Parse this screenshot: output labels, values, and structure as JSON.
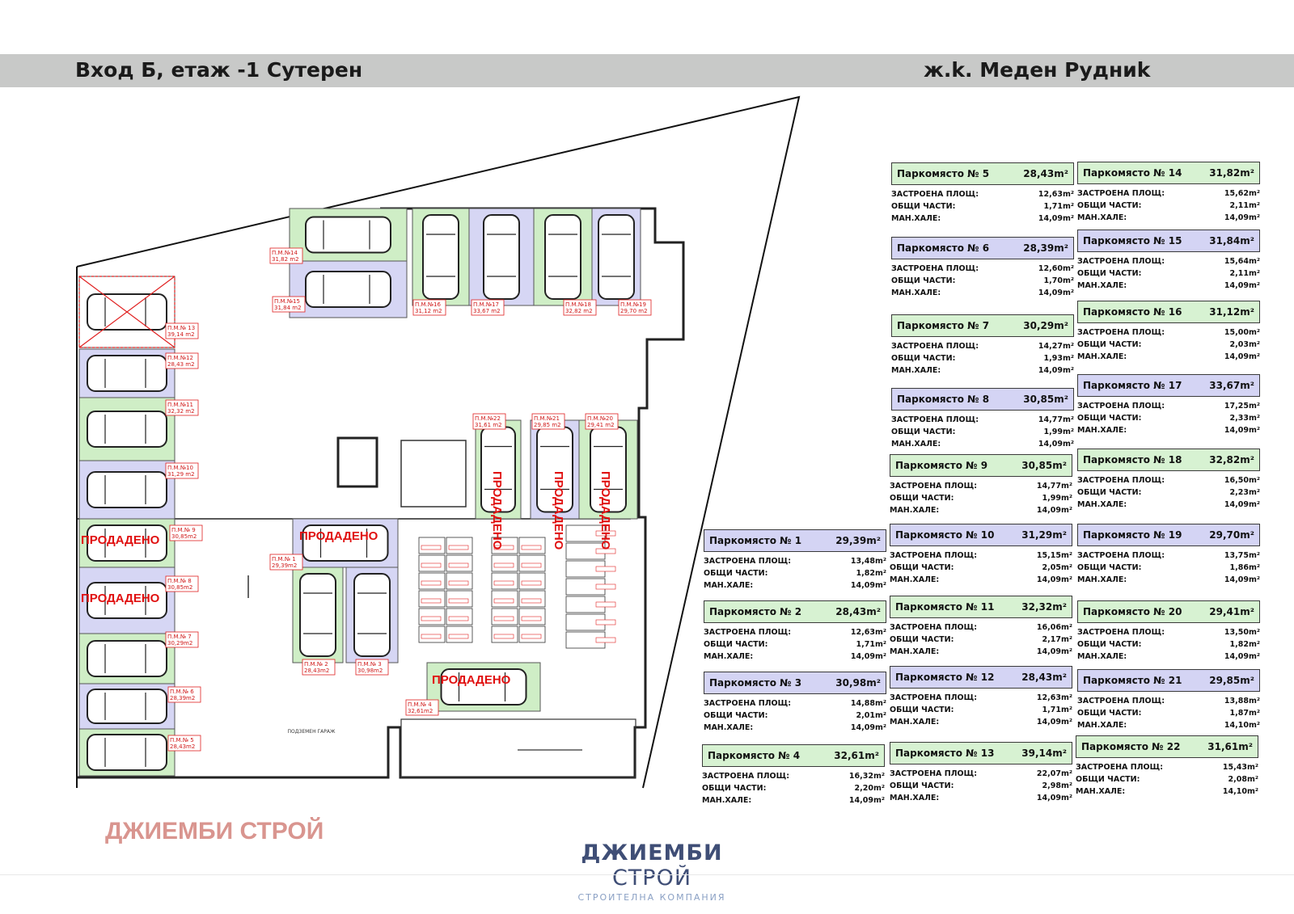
{
  "header": {
    "left_title": "Вход Б, етаж -1 Сутерен",
    "right_title": "ж.k. Меден Рудниk"
  },
  "plan_labels": [
    {
      "id": "pm14",
      "line1": "П.М.№14",
      "line2": "31,82 m2"
    },
    {
      "id": "pm15",
      "line1": "П.М.№15",
      "line2": "31,84 m2"
    },
    {
      "id": "pm16",
      "line1": "П.М.№16",
      "line2": "31,12 m2"
    },
    {
      "id": "pm17",
      "line1": "П.М.№17",
      "line2": "33,67 m2"
    },
    {
      "id": "pm18",
      "line1": "П.М.№18",
      "line2": "32,82 m2"
    },
    {
      "id": "pm19",
      "line1": "П.М.№19",
      "line2": "29,70 m2"
    },
    {
      "id": "pm13",
      "line1": "П.М.№ 13",
      "line2": "39,14 m2"
    },
    {
      "id": "pm12",
      "line1": "П.М.№12",
      "line2": "28,43 m2"
    },
    {
      "id": "pm11",
      "line1": "П.М.№11",
      "line2": "32,32 m2"
    },
    {
      "id": "pm10",
      "line1": "П.М.№10",
      "line2": "31,29 m2"
    },
    {
      "id": "pm9",
      "line1": "П.М.№ 9",
      "line2": "30,85m2"
    },
    {
      "id": "pm8",
      "line1": "П.М.№ 8",
      "line2": "30,85m2"
    },
    {
      "id": "pm7",
      "line1": "П.М.№ 7",
      "line2": "30,29m2"
    },
    {
      "id": "pm6",
      "line1": "П.М.№ 6",
      "line2": "28,39m2"
    },
    {
      "id": "pm5",
      "line1": "П.М.№ 5",
      "line2": "28,43m2"
    },
    {
      "id": "pm1",
      "line1": "П.М.№ 1",
      "line2": "29,39m2"
    },
    {
      "id": "pm2",
      "line1": "П.М.№ 2",
      "line2": "28,43m2"
    },
    {
      "id": "pm3",
      "line1": "П.М.№ 3",
      "line2": "30,98m2"
    },
    {
      "id": "pm4",
      "line1": "П.М.№ 4",
      "line2": "32,61m2"
    },
    {
      "id": "pm22",
      "line1": "П.М.№22",
      "line2": "31,61 m2"
    },
    {
      "id": "pm21",
      "line1": "П.М.№21",
      "line2": "29,85 m2"
    },
    {
      "id": "pm20",
      "line1": "П.М.№20",
      "line2": "29,41 m2"
    }
  ],
  "sold_label": "ПРОДАДЕНО",
  "garage_note": "ПОДЗЕМЕН ГАРАЖ",
  "labels": {
    "built": "ЗАСТРОЕНА ПЛОЩ:",
    "common": "ОБЩИ ЧАСТИ:",
    "hall": "МАН.ХАЛЕ:"
  },
  "spots": [
    {
      "id": "1",
      "title": "Паркомясто № 1",
      "total": "29,39m²",
      "built": "13,48m²",
      "common": "1,82m²",
      "hall": "14,09m²",
      "color": "#d4d4f4"
    },
    {
      "id": "2",
      "title": "Паркомясто № 2",
      "total": "28,43m²",
      "built": "12,63m²",
      "common": "1,71m²",
      "hall": "14,09m²",
      "color": "#d7f2d2"
    },
    {
      "id": "3",
      "title": "Паркомясто № 3",
      "total": "30,98m²",
      "built": "14,88m²",
      "common": "2,01m²",
      "hall": "14,09m²",
      "color": "#d4d4f4"
    },
    {
      "id": "4",
      "title": "Паркомясто № 4",
      "total": "32,61m²",
      "built": "16,32m²",
      "common": "2,20m²",
      "hall": "14,09m²",
      "color": "#d7f2d2"
    },
    {
      "id": "5",
      "title": "Паркомясто № 5",
      "total": "28,43m²",
      "built": "12,63m²",
      "common": "1,71m²",
      "hall": "14,09m²",
      "color": "#d7f2d2"
    },
    {
      "id": "6",
      "title": "Паркомясто № 6",
      "total": "28,39m²",
      "built": "12,60m²",
      "common": "1,70m²",
      "hall": "14,09m²",
      "color": "#d4d4f4"
    },
    {
      "id": "7",
      "title": "Паркомясто № 7",
      "total": "30,29m²",
      "built": "14,27m²",
      "common": "1,93m²",
      "hall": "14,09m²",
      "color": "#d7f2d2"
    },
    {
      "id": "8",
      "title": "Паркомясто № 8",
      "total": "30,85m²",
      "built": "14,77m²",
      "common": "1,99m²",
      "hall": "14,09m²",
      "color": "#d4d4f4"
    },
    {
      "id": "9",
      "title": "Паркомясто № 9",
      "total": "30,85m²",
      "built": "14,77m²",
      "common": "1,99m²",
      "hall": "14,09m²",
      "color": "#d7f2d2"
    },
    {
      "id": "10",
      "title": "Паркомясто № 10",
      "total": "31,29m²",
      "built": "15,15m²",
      "common": "2,05m²",
      "hall": "14,09m²",
      "color": "#d4d4f4"
    },
    {
      "id": "11",
      "title": "Паркомясто № 11",
      "total": "32,32m²",
      "built": "16,06m²",
      "common": "2,17m²",
      "hall": "14,09m²",
      "color": "#d7f2d2"
    },
    {
      "id": "12",
      "title": "Паркомясто № 12",
      "total": "28,43m²",
      "built": "12,63m²",
      "common": "1,71m²",
      "hall": "14,09m²",
      "color": "#d4d4f4"
    },
    {
      "id": "13",
      "title": "Паркомясто № 13",
      "total": "39,14m²",
      "built": "22,07m²",
      "common": "2,98m²",
      "hall": "14,09m²",
      "color": "#d7f2d2"
    },
    {
      "id": "14",
      "title": "Паркомясто № 14",
      "total": "31,82m²",
      "built": "15,62m²",
      "common": "2,11m²",
      "hall": "14,09m²",
      "color": "#d7f2d2"
    },
    {
      "id": "15",
      "title": "Паркомясто № 15",
      "total": "31,84m²",
      "built": "15,64m²",
      "common": "2,11m²",
      "hall": "14,09m²",
      "color": "#d4d4f4"
    },
    {
      "id": "16",
      "title": "Паркомясто № 16",
      "total": "31,12m²",
      "built": "15,00m²",
      "common": "2,03m²",
      "hall": "14,09m²",
      "color": "#d7f2d2"
    },
    {
      "id": "17",
      "title": "Паркомясто № 17",
      "total": "33,67m²",
      "built": "17,25m²",
      "common": "2,33m²",
      "hall": "14,09m²",
      "color": "#d4d4f4"
    },
    {
      "id": "18",
      "title": "Паркомясто № 18",
      "total": "32,82m²",
      "built": "16,50m²",
      "common": "2,23m²",
      "hall": "14,09m²",
      "color": "#d7f2d2"
    },
    {
      "id": "19",
      "title": "Паркомясто № 19",
      "total": "29,70m²",
      "built": "13,75m²",
      "common": "1,86m²",
      "hall": "14,09m²",
      "color": "#d4d4f4"
    },
    {
      "id": "20",
      "title": "Паркомясто № 20",
      "total": "29,41m²",
      "built": "13,50m²",
      "common": "1,82m²",
      "hall": "14,09m²",
      "color": "#d7f2d2"
    },
    {
      "id": "21",
      "title": "Паркомясто № 21",
      "total": "29,85m²",
      "built": "13,88m²",
      "common": "1,87m²",
      "hall": "14,10m²",
      "color": "#d4d4f4"
    },
    {
      "id": "22",
      "title": "Паркомясто № 22",
      "total": "31,61m²",
      "built": "15,43m²",
      "common": "2,08m²",
      "hall": "14,10m²",
      "color": "#d7f2d2"
    }
  ],
  "brand": {
    "watermark": "ДЖИЕМБИ СТРОЙ",
    "logo_bold": "ДЖИЕМБИ",
    "logo_light": " СТРОЙ",
    "logo_sub": "СТРОИТЕЛНА КОМПАНИЯ"
  }
}
